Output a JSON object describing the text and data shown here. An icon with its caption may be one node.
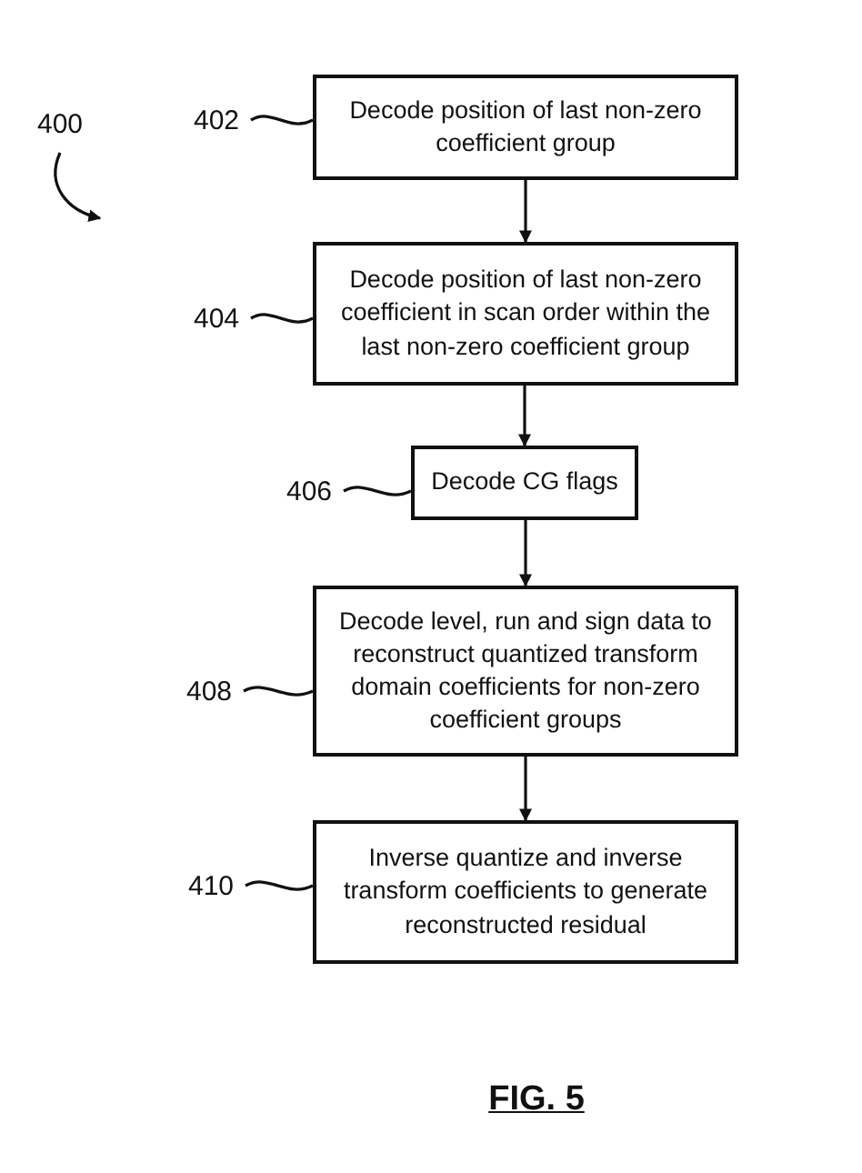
{
  "diagram": {
    "caption": "FIG. 5",
    "nodes": [
      {
        "text": [
          "400"
        ]
      },
      {
        "text": [
          "402"
        ]
      },
      {
        "text": [
          "Decode position of last non-zero coefficient group"
        ]
      },
      {
        "text": [
          "404"
        ]
      },
      {
        "text": [
          "Decode position of last non-zero coefficient in scan order within the last non-zero coefficient group"
        ]
      },
      {
        "text": [
          "406"
        ]
      },
      {
        "text": [
          "Decode CG flags"
        ]
      },
      {
        "text": [
          "408"
        ]
      },
      {
        "text": [
          "Decode level, run and sign data to reconstruct quantized transform domain coefficients for non-zero coefficient groups"
        ]
      },
      {
        "text": [
          "410"
        ]
      },
      {
        "text": [
          "Inverse quantize and inverse transform coefficients to generate reconstructed residual"
        ]
      }
    ],
    "edges": [
      {
        "from": 0,
        "to": null,
        "arrow": "to"
      },
      {
        "from": 1,
        "to": 2,
        "arrow": "none"
      },
      {
        "from": 3,
        "to": 4,
        "arrow": "none"
      },
      {
        "from": 5,
        "to": 6,
        "arrow": "none"
      },
      {
        "from": 7,
        "to": 8,
        "arrow": "none"
      },
      {
        "from": 9,
        "to": 10,
        "arrow": "none"
      },
      {
        "from": 2,
        "to": 4,
        "arrow": "to"
      },
      {
        "from": 4,
        "to": 6,
        "arrow": "to"
      },
      {
        "from": 6,
        "to": 8,
        "arrow": "to"
      },
      {
        "from": 8,
        "to": 10,
        "arrow": "to"
      }
    ]
  }
}
